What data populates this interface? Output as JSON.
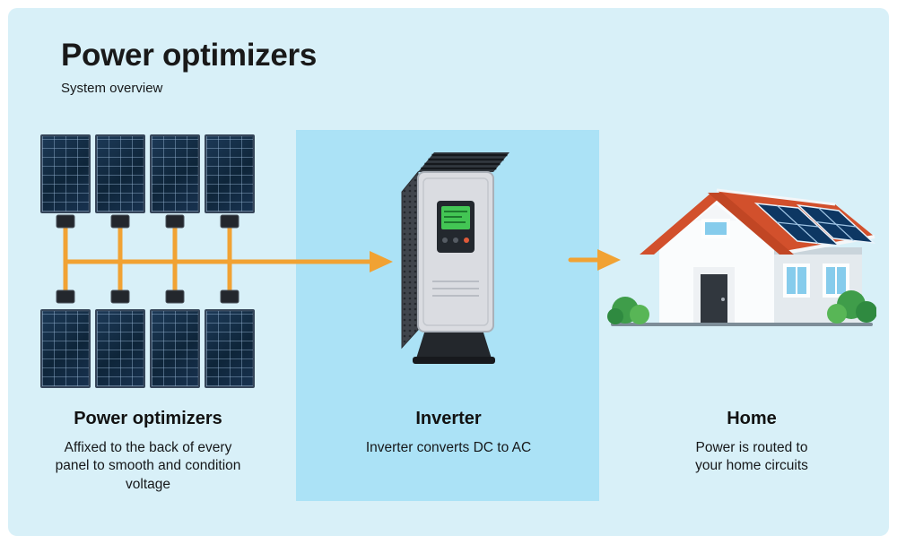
{
  "header": {
    "title": "Power optimizers",
    "subtitle": "System overview"
  },
  "stages": {
    "optimizers": {
      "title": "Power optimizers",
      "description": "Affixed to the back of every\npanel to smooth and condition\nvoltage"
    },
    "inverter": {
      "title": "Inverter",
      "description": "Inverter converts DC to AC"
    },
    "home": {
      "title": "Home",
      "description": "Power is routed to\nyour home circuits"
    }
  },
  "diagram": {
    "flow": [
      "Power optimizers",
      "Inverter",
      "Home"
    ],
    "solar_array": {
      "rows": 2,
      "columns": 4
    },
    "optimizer_count": 8,
    "graphics": [
      "solar-panel",
      "power-optimizer-box",
      "dc-bus-wire",
      "flow-arrow",
      "inverter-unit",
      "house-with-solar-roof",
      "bush",
      "ground-line"
    ],
    "colors": {
      "page_background": "#ffffff",
      "diagram_background": "#d8f0f8",
      "inverter_panel_background": "#abe2f6",
      "wire_orange": "#f1a233",
      "solar_panel_blue": "#102a42",
      "roof_red": "#d2502c",
      "bush_green": "#3f9d4a"
    }
  }
}
